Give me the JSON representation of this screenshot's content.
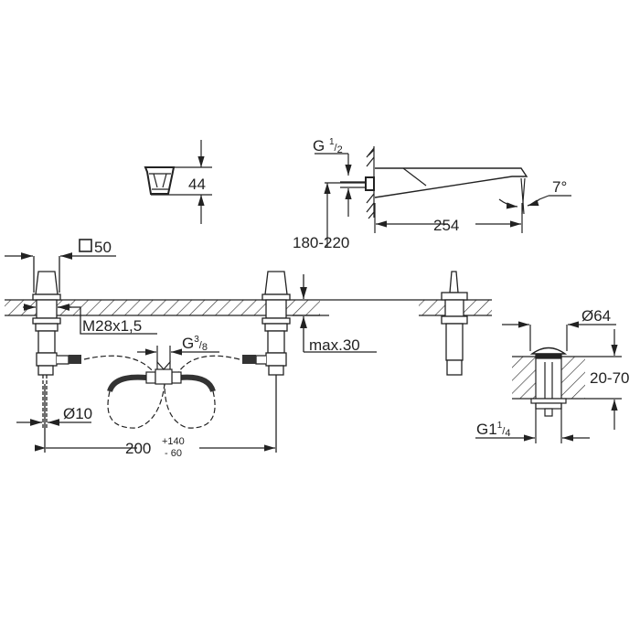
{
  "diagram": {
    "title": "Three-hole basin mixer technical drawing",
    "colors": {
      "line": "#222222",
      "background": "#ffffff"
    },
    "views": {
      "handle_detail": {
        "height_label": "44"
      },
      "spout": {
        "thread_main": "G",
        "thread_sup": "1",
        "thread_sub": "2",
        "length_label": "254",
        "angle_label": "7°",
        "height_range_label": "180-220"
      },
      "installation": {
        "square_label": "50",
        "thread_label": "M28x1,5",
        "connector_main": "G",
        "connector_sup": "3",
        "connector_sub": "8",
        "deck_thickness_label": "max.30",
        "hose_diameter_label": "Ø10",
        "spacing_label": "200",
        "spacing_tol_plus": "+140",
        "spacing_tol_minus": "- 60"
      },
      "waste": {
        "diameter_label": "Ø64",
        "deck_range_label": "20-70",
        "thread_main": "G1",
        "thread_sup": "1",
        "thread_sub": "4"
      }
    }
  }
}
